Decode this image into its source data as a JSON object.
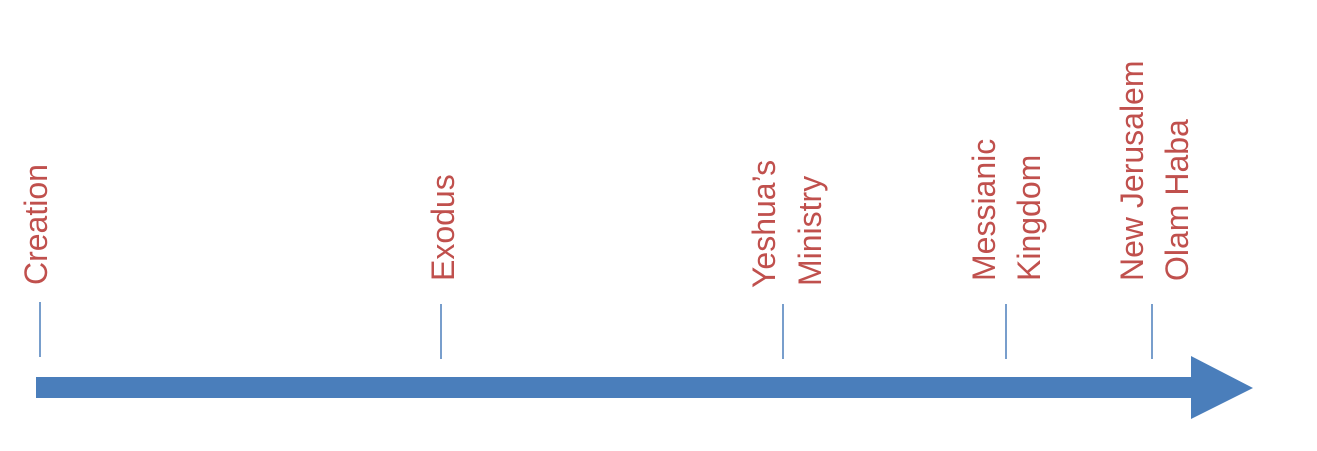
{
  "colors": {
    "arrow": "#4a7ebb",
    "tick": "#4a7ebb",
    "label": "#c0504d",
    "background": "#ffffff"
  },
  "events": [
    {
      "id": "creation",
      "lines": [
        "Creation"
      ]
    },
    {
      "id": "exodus",
      "lines": [
        "Exodus"
      ]
    },
    {
      "id": "yeshuas-ministry",
      "lines": [
        "Yeshua’s",
        "Ministry"
      ]
    },
    {
      "id": "messianic-kingdom",
      "lines": [
        "Messianic",
        "Kingdom"
      ]
    },
    {
      "id": "new-jerusalem-olam-haba",
      "lines": [
        "New Jerusalem",
        "Olam Haba"
      ]
    }
  ]
}
